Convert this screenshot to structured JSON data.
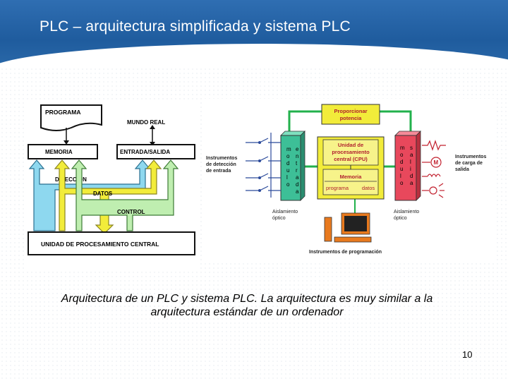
{
  "slide": {
    "title": "PLC – arquitectura simplificada y sistema PLC",
    "caption_line1": "Arquitectura de un PLC y sistema PLC. La arquitectura es muy similar a la",
    "caption_line2": "arquitectura estándar de un ordenador",
    "page_number": "10"
  },
  "left_diagram": {
    "programa": "PROGRAMA",
    "mundo_real": "MUNDO REAL",
    "memoria": "MEMORIA",
    "entrada_salida": "ENTRADA/SALIDA",
    "direccion": "DIRECCIÓN",
    "datos": "DATOS",
    "control": "CONTROL",
    "unidad": "UNIDAD DE PROCESAMIENTO CENTRAL",
    "colors": {
      "direccion": "#8ed8ef",
      "datos": "#f2ec3a",
      "control": "#bfeeb0"
    }
  },
  "right_diagram": {
    "proporcionar_l1": "Proporcionar",
    "proporcionar_l2": "potencia",
    "cpu_l1": "Unidad de",
    "cpu_l2": "procesamiento",
    "cpu_l3": "central (CPU)",
    "memoria": "Memoria",
    "programa": "programa",
    "datos": "datos",
    "input_label_l1": "Instrumentos",
    "input_label_l2": "de detección",
    "input_label_l3": "de entrada",
    "output_label_l1": "Instrumentos",
    "output_label_l2": "de carga de",
    "output_label_l3": "salida",
    "aislamiento_l1": "Aislamiento",
    "aislamiento_l2": "óptico",
    "prog_label": "Instrumentos de programación",
    "input_module_col1": [
      "m",
      "o",
      "d",
      "u",
      "l",
      "o"
    ],
    "input_module_col2": [
      "e",
      "n",
      "t",
      "r",
      "a",
      "d",
      "a"
    ],
    "output_module_col1": [
      "m",
      "o",
      "d",
      "u",
      "l",
      "o"
    ],
    "output_module_col2": [
      "s",
      "a",
      "l",
      "i",
      "d",
      "a"
    ],
    "motor_symbol": "M",
    "colors": {
      "input": "#3dbf97",
      "cpu": "#f2ec3a",
      "output": "#e8485c",
      "wire": "#22b14c"
    }
  }
}
